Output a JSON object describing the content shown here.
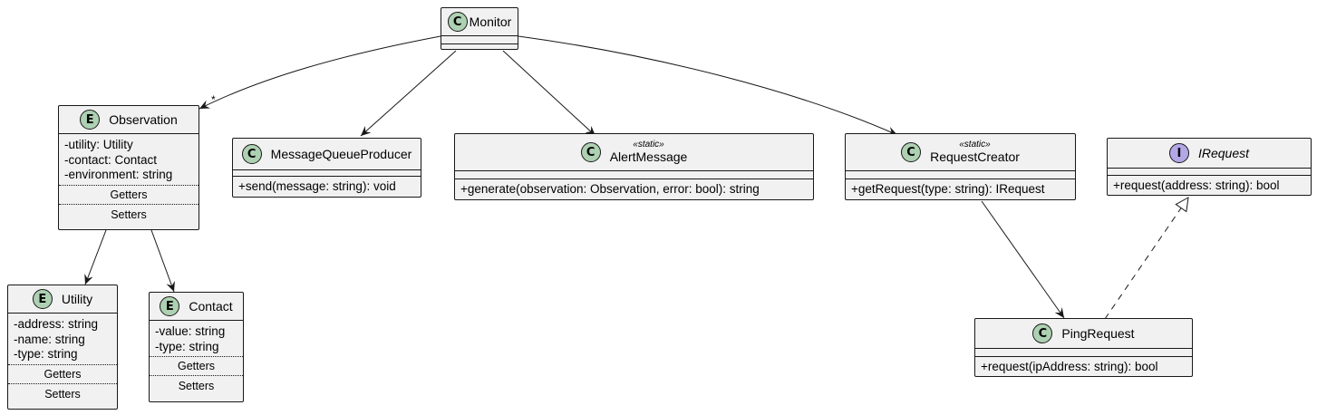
{
  "monitor": {
    "name": "Monitor",
    "icon": "C"
  },
  "observation": {
    "name": "Observation",
    "icon": "E",
    "fields": [
      "-utility: Utility",
      "-contact: Contact",
      "-environment: string"
    ],
    "groups": [
      "Getters",
      "Setters"
    ]
  },
  "mq": {
    "name": "MessageQueueProducer",
    "icon": "C",
    "methods": [
      "+send(message: string): void"
    ]
  },
  "alert": {
    "name": "AlertMessage",
    "icon": "C",
    "stereotype": "«static»",
    "methods": [
      "+generate(observation: Observation, error: bool): string"
    ]
  },
  "creator": {
    "name": "RequestCreator",
    "icon": "C",
    "stereotype": "«static»",
    "methods": [
      "+getRequest(type: string): IRequest"
    ]
  },
  "irequest": {
    "name": "IRequest",
    "icon": "I",
    "methods": [
      "+request(address: string): bool"
    ]
  },
  "utility": {
    "name": "Utility",
    "icon": "E",
    "fields": [
      "-address: string",
      "-name: string",
      "-type: string"
    ],
    "groups": [
      "Getters",
      "Setters"
    ]
  },
  "contact": {
    "name": "Contact",
    "icon": "E",
    "fields": [
      "-value: string",
      "-type: string"
    ],
    "groups": [
      "Getters",
      "Setters"
    ]
  },
  "ping": {
    "name": "PingRequest",
    "icon": "C",
    "methods": [
      "+request(ipAddress: string): bool"
    ]
  },
  "multiplicity": "*",
  "colors": {
    "border": "#181818",
    "box_fill": "#f1f1f1",
    "class_badge": "#add1b2",
    "interface_badge": "#b4a7e5"
  }
}
